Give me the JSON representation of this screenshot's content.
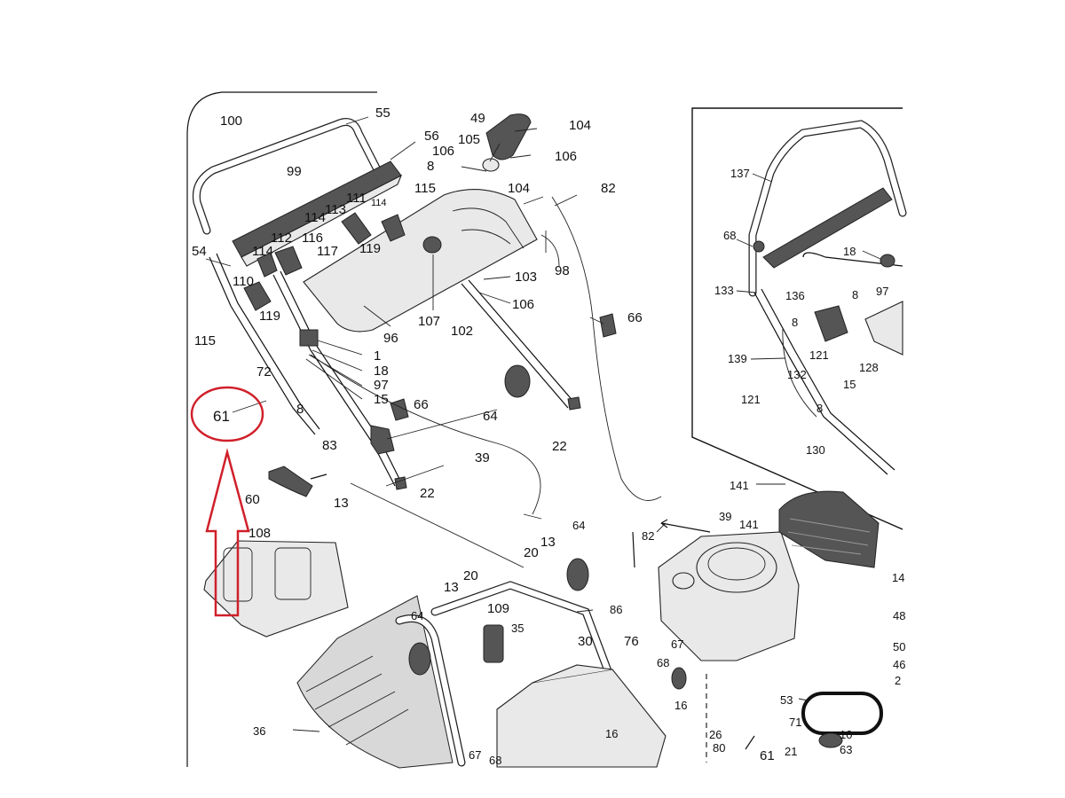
{
  "callouts": [
    {
      "id": "c100",
      "text": "100"
    },
    {
      "id": "c55",
      "text": "55"
    },
    {
      "id": "c49",
      "text": "49"
    },
    {
      "id": "c104a",
      "text": "104"
    },
    {
      "id": "c56",
      "text": "56"
    },
    {
      "id": "c106a",
      "text": "106"
    },
    {
      "id": "c105",
      "text": "105"
    },
    {
      "id": "c106b",
      "text": "106"
    },
    {
      "id": "c8a",
      "text": "8"
    },
    {
      "id": "c99",
      "text": "99"
    },
    {
      "id": "c115a",
      "text": "115"
    },
    {
      "id": "c104b",
      "text": "104"
    },
    {
      "id": "c82a",
      "text": "82"
    },
    {
      "id": "c111",
      "text": "111"
    },
    {
      "id": "c114a",
      "text": "114"
    },
    {
      "id": "c113",
      "text": "113"
    },
    {
      "id": "c114b",
      "text": "114"
    },
    {
      "id": "c116",
      "text": "116"
    },
    {
      "id": "c112",
      "text": "112"
    },
    {
      "id": "c119a",
      "text": "119"
    },
    {
      "id": "c117",
      "text": "117"
    },
    {
      "id": "c54",
      "text": "54"
    },
    {
      "id": "c114c",
      "text": "114"
    },
    {
      "id": "c98",
      "text": "98"
    },
    {
      "id": "c103",
      "text": "103"
    },
    {
      "id": "c110",
      "text": "110"
    },
    {
      "id": "c106c",
      "text": "106"
    },
    {
      "id": "c119b",
      "text": "119"
    },
    {
      "id": "c66a",
      "text": "66"
    },
    {
      "id": "c107",
      "text": "107"
    },
    {
      "id": "c102",
      "text": "102"
    },
    {
      "id": "c115b",
      "text": "115"
    },
    {
      "id": "c96",
      "text": "96"
    },
    {
      "id": "c1",
      "text": "1"
    },
    {
      "id": "c18a",
      "text": "18"
    },
    {
      "id": "c72",
      "text": "72"
    },
    {
      "id": "c97a",
      "text": "97"
    },
    {
      "id": "c15a",
      "text": "15"
    },
    {
      "id": "c66b",
      "text": "66"
    },
    {
      "id": "c61a",
      "text": "61"
    },
    {
      "id": "c8b",
      "text": "8"
    },
    {
      "id": "c64a",
      "text": "64"
    },
    {
      "id": "c22a",
      "text": "22"
    },
    {
      "id": "c83",
      "text": "83"
    },
    {
      "id": "c39a",
      "text": "39"
    },
    {
      "id": "c60",
      "text": "60"
    },
    {
      "id": "c13a",
      "text": "13"
    },
    {
      "id": "c22b",
      "text": "22"
    },
    {
      "id": "c108",
      "text": "108"
    },
    {
      "id": "c64b",
      "text": "64"
    },
    {
      "id": "c13b",
      "text": "13"
    },
    {
      "id": "c20a",
      "text": "20"
    },
    {
      "id": "c13c",
      "text": "13"
    },
    {
      "id": "c20b",
      "text": "20"
    },
    {
      "id": "c86",
      "text": "86"
    },
    {
      "id": "c109",
      "text": "109"
    },
    {
      "id": "c64c",
      "text": "64"
    },
    {
      "id": "c35",
      "text": "35"
    },
    {
      "id": "c30",
      "text": "30"
    },
    {
      "id": "c76",
      "text": "76"
    },
    {
      "id": "c36",
      "text": "36"
    },
    {
      "id": "c67a",
      "text": "67"
    },
    {
      "id": "c68a",
      "text": "68"
    },
    {
      "id": "c16a",
      "text": "16"
    },
    {
      "id": "c68b",
      "text": "68"
    },
    {
      "id": "c67b",
      "text": "67"
    },
    {
      "id": "c16b",
      "text": "16"
    },
    {
      "id": "c26",
      "text": "26"
    },
    {
      "id": "c80",
      "text": "80"
    },
    {
      "id": "c61b",
      "text": "61"
    },
    {
      "id": "c39b",
      "text": "39"
    },
    {
      "id": "c82b",
      "text": "82"
    },
    {
      "id": "c141a",
      "text": "141"
    },
    {
      "id": "c141b",
      "text": "141"
    },
    {
      "id": "c53",
      "text": "53"
    },
    {
      "id": "c71",
      "text": "71"
    },
    {
      "id": "c10",
      "text": "10"
    },
    {
      "id": "c21",
      "text": "21"
    },
    {
      "id": "c63",
      "text": "63"
    },
    {
      "id": "c137",
      "text": "137"
    },
    {
      "id": "c68c",
      "text": "68"
    },
    {
      "id": "c18b",
      "text": "18"
    },
    {
      "id": "c133",
      "text": "133"
    },
    {
      "id": "c97b",
      "text": "97"
    },
    {
      "id": "c136",
      "text": "136"
    },
    {
      "id": "c8c",
      "text": "8"
    },
    {
      "id": "c8d",
      "text": "8"
    },
    {
      "id": "c121a",
      "text": "121"
    },
    {
      "id": "c139",
      "text": "139"
    },
    {
      "id": "c128",
      "text": "128"
    },
    {
      "id": "c132",
      "text": "132"
    },
    {
      "id": "c15b",
      "text": "15"
    },
    {
      "id": "c121b",
      "text": "121"
    },
    {
      "id": "c8e",
      "text": "8"
    },
    {
      "id": "c130",
      "text": "130"
    }
  ],
  "edge_fragments": [
    {
      "id": "e14",
      "text": "14"
    },
    {
      "id": "e48",
      "text": "48"
    },
    {
      "id": "e50",
      "text": "50"
    },
    {
      "id": "e46",
      "text": "46"
    },
    {
      "id": "e2",
      "text": "2"
    }
  ],
  "highlight": {
    "color": "#d0202a",
    "target_label": "61"
  },
  "colors": {
    "line": "#111111",
    "part_fill": "#e9e9e9",
    "panel_border": "#222222"
  }
}
